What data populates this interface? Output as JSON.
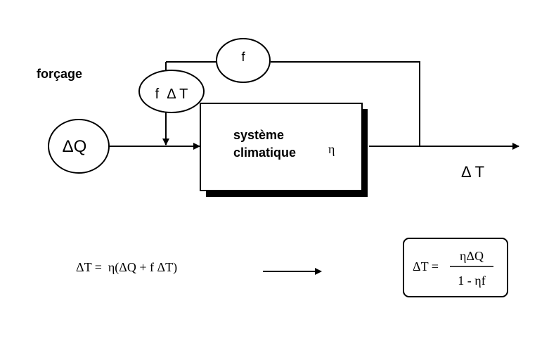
{
  "labels": {
    "forcing": "forçage",
    "delta_q": "ΔQ",
    "feedback_f": "f",
    "f_delta_t": "f  Δ T",
    "system_line1": "système",
    "system_line2": "climatique",
    "eta": "η",
    "output_delta_t": "Δ T"
  },
  "equations": {
    "linear": "ΔT =  η(ΔQ + f ΔT)",
    "result_lhs": "ΔT =",
    "result_numerator": "ηΔQ",
    "result_denominator": "1 - ηf"
  },
  "colors": {
    "stroke": "#000000",
    "shadow": "#000000",
    "background": "#ffffff"
  }
}
